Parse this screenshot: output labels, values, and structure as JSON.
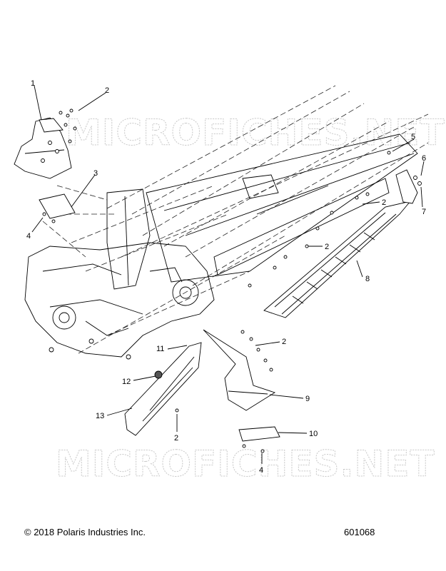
{
  "watermark": {
    "text": "MICROFICHES.NET"
  },
  "callouts": [
    {
      "id": "c1",
      "label": "1"
    },
    {
      "id": "c2a",
      "label": "2"
    },
    {
      "id": "c3",
      "label": "3"
    },
    {
      "id": "c4a",
      "label": "4"
    },
    {
      "id": "c5",
      "label": "5"
    },
    {
      "id": "c6",
      "label": "6"
    },
    {
      "id": "c7",
      "label": "7"
    },
    {
      "id": "c2b",
      "label": "2"
    },
    {
      "id": "c2c",
      "label": "2"
    },
    {
      "id": "c8",
      "label": "8"
    },
    {
      "id": "c2d",
      "label": "2"
    },
    {
      "id": "c11",
      "label": "11"
    },
    {
      "id": "c12",
      "label": "12"
    },
    {
      "id": "c9",
      "label": "9"
    },
    {
      "id": "c13",
      "label": "13"
    },
    {
      "id": "c2e",
      "label": "2"
    },
    {
      "id": "c10",
      "label": "10"
    },
    {
      "id": "c4b",
      "label": "4"
    }
  ],
  "footer": {
    "copyright": "© 2018 Polaris Industries Inc.",
    "diagram_id": "601068"
  }
}
